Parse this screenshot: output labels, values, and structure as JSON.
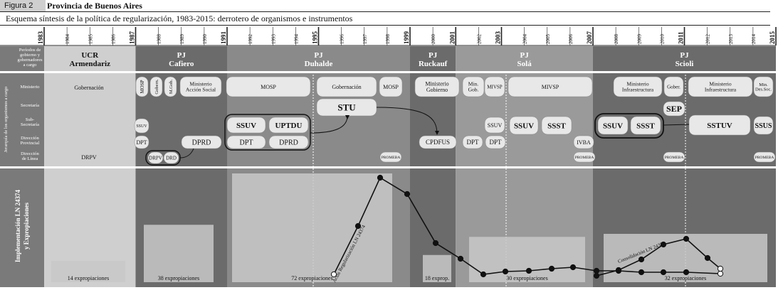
{
  "figure_label": "Figura 2",
  "figure_title": "Provincia de Buenos Aires",
  "subtitle": "Esquema síntesis de la política de regularización, 1983-2015: derrotero de organismos e instrumentos",
  "years": [
    "1983",
    "1984",
    "1985",
    "1986",
    "1987",
    "1988",
    "1989",
    "1990",
    "1991",
    "1992",
    "1993",
    "1994",
    "1995",
    "1996",
    "1997",
    "1998",
    "1999",
    "2000",
    "2001",
    "2002",
    "2003",
    "2004",
    "2005",
    "2006",
    "2007",
    "2008",
    "2009",
    "2010",
    "2011",
    "2012",
    "2013",
    "2014",
    "2015"
  ],
  "bold_years": [
    "1983",
    "1987",
    "1991",
    "1995",
    "1999",
    "2001",
    "2003",
    "2007",
    "2011",
    "2015"
  ],
  "row_labels": {
    "periods": "Períodos de gobierno y gobernadores a cargo",
    "ministerio": "Ministerio",
    "secretaria": "Secretaría",
    "subsecretaria": "Sub-Secretaría",
    "direccion_provincial": "Dirección Provincial",
    "direccion_linea": "Dirección de Línea",
    "jerarquia": "Jerarquía de los organismos a cargo",
    "implementacion": "Implementación LN 24374 y Expropiaciones"
  },
  "periods": [
    {
      "party": "UCR",
      "name": "Armendariz",
      "from": 1983,
      "to": 1987
    },
    {
      "party": "PJ",
      "name": "Cafiero",
      "from": 1987,
      "to": 1991
    },
    {
      "party": "PJ",
      "name": "Duhalde",
      "from": 1991,
      "to": 1999
    },
    {
      "party": "PJ",
      "name": "Ruckauf",
      "from": 1999,
      "to": 2001
    },
    {
      "party": "PJ",
      "name": "Solá",
      "from": 2001,
      "to": 2007
    },
    {
      "party": "PJ",
      "name": "Scioli",
      "from": 2007,
      "to": 2015
    }
  ],
  "organisms": {
    "ministerio": [
      "Gobernación",
      "MOSP",
      "Gobern.",
      "M.Gob.",
      "Ministerio Acción Social",
      "MOSP",
      "Gobernación",
      "MOSP",
      "Ministerio Gobierno",
      "Min. Gob.",
      "MIVSP",
      "MIVSP",
      "Ministerio Infraestructura",
      "Gober.",
      "Ministerio Infraestructura",
      "Min. Des.Soc."
    ],
    "secretaria": [
      "STU",
      "SEP"
    ],
    "subsecretaria": [
      "SSUV",
      "SSUV",
      "UPTDU",
      "SSUV",
      "SSUV",
      "SSST",
      "SSUV",
      "SSST",
      "SSTUV",
      "SSUS"
    ],
    "direccion_provincial": [
      "DPT",
      "DPRD",
      "DPT",
      "DPRD",
      "CPDFUS",
      "DPT",
      "DPT",
      "IVBA"
    ],
    "direccion_linea": [
      "DRPV",
      "DRPV",
      "DRD",
      "PROMEBA",
      "PROMEBA",
      "PROMEBA",
      "PROMEBA"
    ]
  },
  "expropiaciones": [
    {
      "label": "14 expropiaciones",
      "value": 14
    },
    {
      "label": "38 expropiaciones",
      "value": 38
    },
    {
      "label": "72 expropiaciones",
      "value": 72
    },
    {
      "label": "18 exprop.",
      "value": 18
    },
    {
      "label": "30 expropiaciones",
      "value": 30
    },
    {
      "label": "32 expropiaciones",
      "value": 32
    }
  ],
  "line_labels": {
    "actas": "Actas Regularización LN 24374",
    "consolidacion": "Consolidación LN 24374"
  },
  "colors": {
    "light_band": "#cfcfcf",
    "dark_band": "#6b6b6b",
    "mid_band": "#8a8a8a",
    "pill": "#e8e8e8",
    "bar": "#c8c8c8"
  }
}
